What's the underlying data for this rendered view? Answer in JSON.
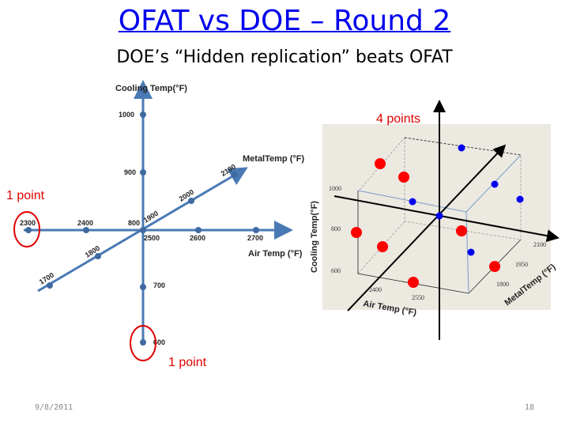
{
  "slide": {
    "title": "OFAT vs DOE – Round 2",
    "subtitle": "DOE’s “Hidden replication” beats OFAT",
    "footer_date": "9/8/2011",
    "page_number": "18"
  },
  "ofat_diagram": {
    "cooling_axis_label": "Cooling Temp(°F)",
    "metal_axis_label": "MetalTemp (°F)",
    "air_axis_label": "Air Temp (°F)",
    "cooling_ticks": [
      "1000",
      "900",
      "800",
      "700",
      "600"
    ],
    "air_ticks": [
      "2300",
      "2400",
      "2500",
      "2600",
      "2700"
    ],
    "metal_ticks": [
      "1700",
      "1800",
      "1900",
      "2000",
      "2100"
    ],
    "annotation_left": "1 point",
    "annotation_bottom": "1 point"
  },
  "doe_diagram": {
    "annotation": "4 points",
    "cooling_axis_label": "Cooling Temp(°F)",
    "air_axis_label": "Air Temp (°F)",
    "metal_axis_label": "MetalTemp (°F)",
    "cooling_ticks": [
      "1000",
      "800",
      "600"
    ],
    "air_ticks": [
      "2400",
      "2550"
    ],
    "metal_ticks": [
      "2100",
      "1950",
      "1800"
    ]
  },
  "colors": {
    "title": "#0000ee",
    "axis": "#4a7ab5",
    "highlight": "#e00000",
    "doe_point": "#0000ee"
  }
}
